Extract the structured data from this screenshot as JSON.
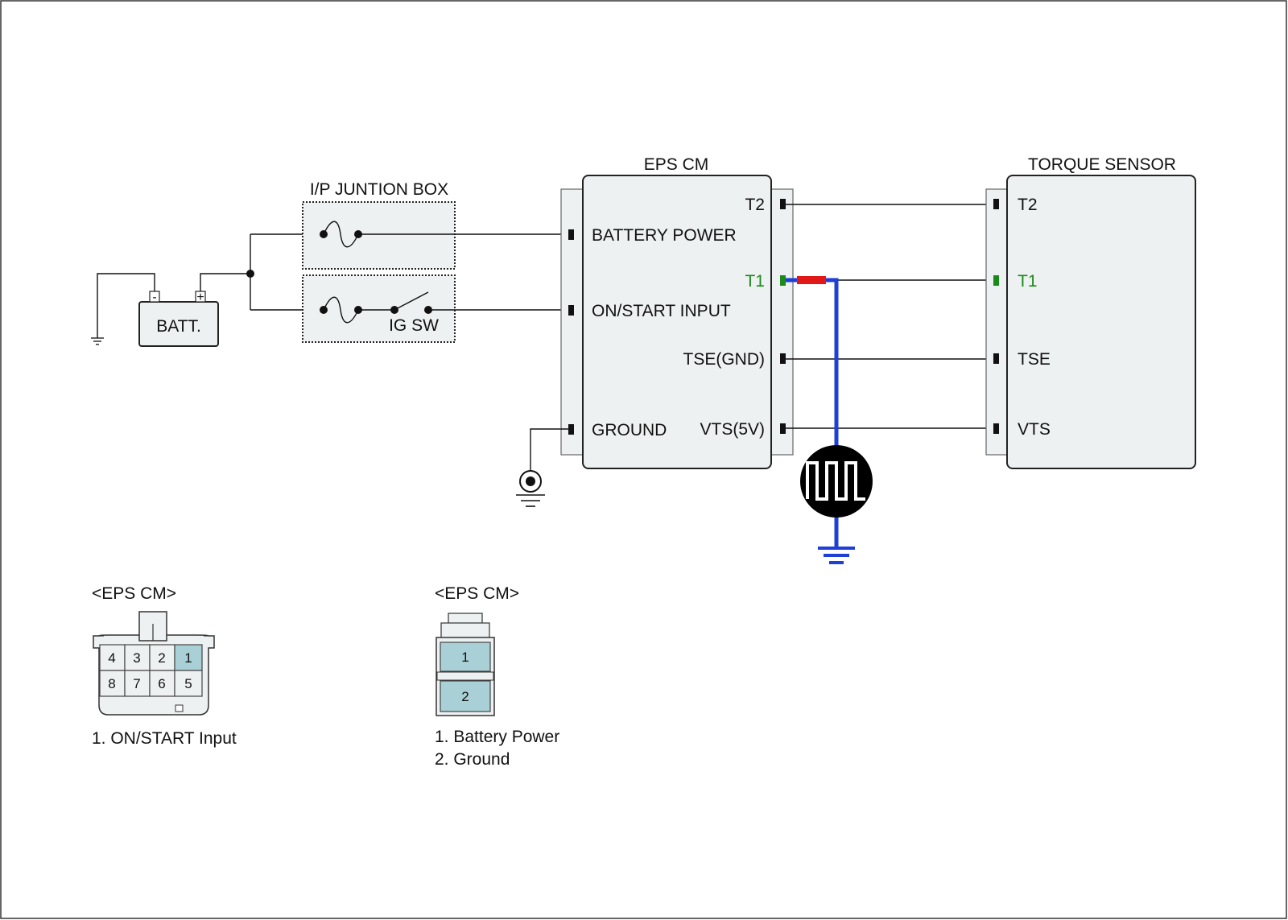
{
  "components": {
    "battery": {
      "label": "BATT.",
      "neg": "-",
      "pos": "+"
    },
    "junction_box": {
      "title": "I/P JUNTION BOX",
      "switch_label": "IG SW"
    },
    "eps_cm": {
      "title": "EPS CM",
      "pins_left": [
        "BATTERY POWER",
        "ON/START INPUT",
        "GROUND"
      ],
      "pins_right": [
        "T2",
        "T1",
        "TSE(GND)",
        "VTS(5V)"
      ]
    },
    "torque_sensor": {
      "title": "TORQUE SENSOR",
      "pins": [
        "T2",
        "T1",
        "TSE",
        "VTS"
      ]
    }
  },
  "colors": {
    "signal_green": "#1a8a1a",
    "probe_blue": "#1f3fd6",
    "probe_red": "#e01818",
    "connector_highlight": "#a9d0d6"
  },
  "connector_a": {
    "title": "<EPS CM>",
    "pins_top": [
      "4",
      "3",
      "2",
      "1"
    ],
    "pins_bottom": [
      "8",
      "7",
      "6",
      "5"
    ],
    "note": "1. ON/START Input"
  },
  "connector_b": {
    "title": "<EPS CM>",
    "pins": [
      "1",
      "2"
    ],
    "notes": [
      "1. Battery Power",
      "2. Ground"
    ]
  }
}
